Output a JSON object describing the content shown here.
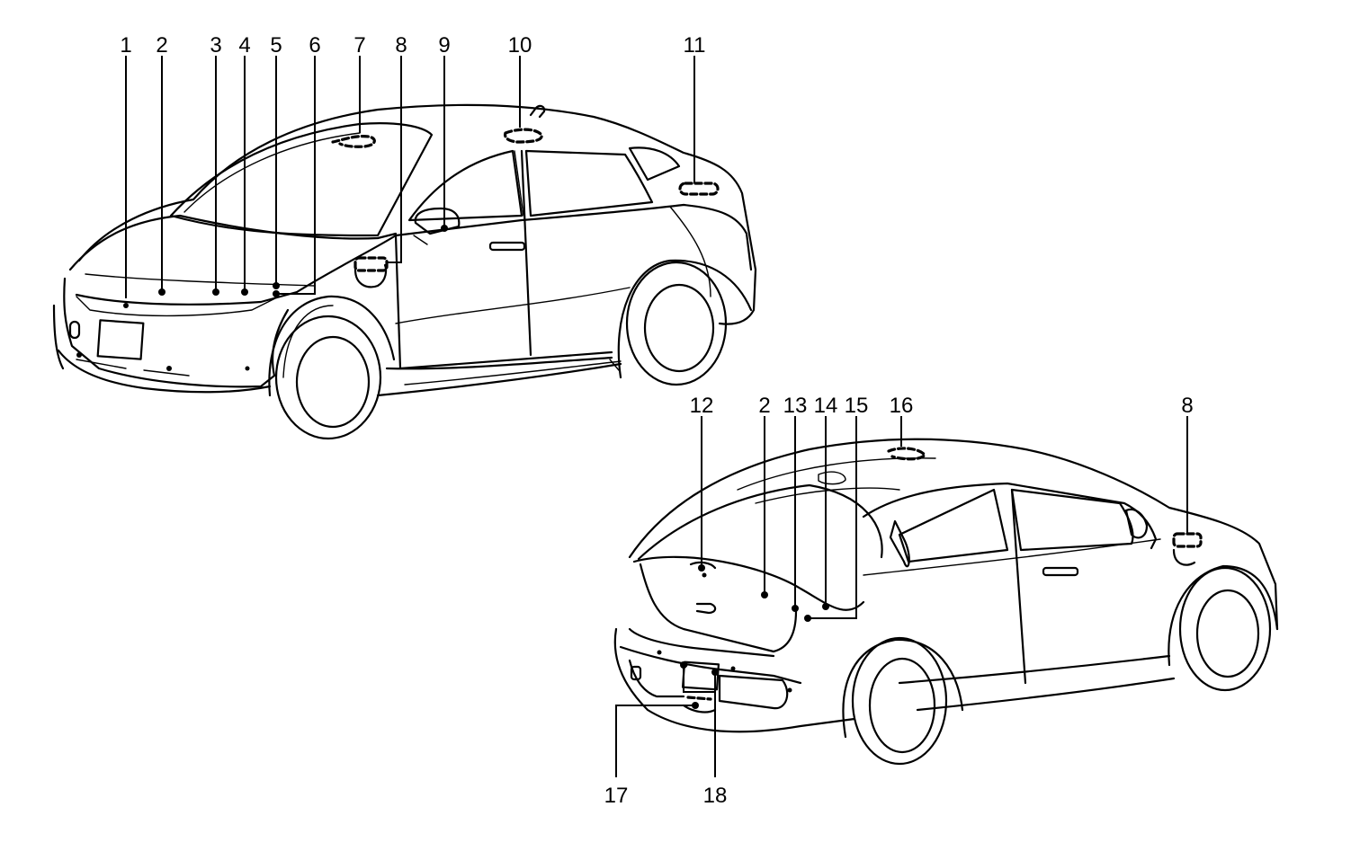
{
  "diagram": {
    "front_view": {
      "callouts": [
        {
          "label": "1"
        },
        {
          "label": "2"
        },
        {
          "label": "3"
        },
        {
          "label": "4"
        },
        {
          "label": "5"
        },
        {
          "label": "6"
        },
        {
          "label": "7"
        },
        {
          "label": "8"
        },
        {
          "label": "9"
        },
        {
          "label": "10"
        },
        {
          "label": "11"
        }
      ]
    },
    "rear_view": {
      "callouts": [
        {
          "label": "12"
        },
        {
          "label": "2"
        },
        {
          "label": "13"
        },
        {
          "label": "14"
        },
        {
          "label": "15"
        },
        {
          "label": "16"
        },
        {
          "label": "8"
        },
        {
          "label": "17"
        },
        {
          "label": "18"
        }
      ]
    }
  }
}
